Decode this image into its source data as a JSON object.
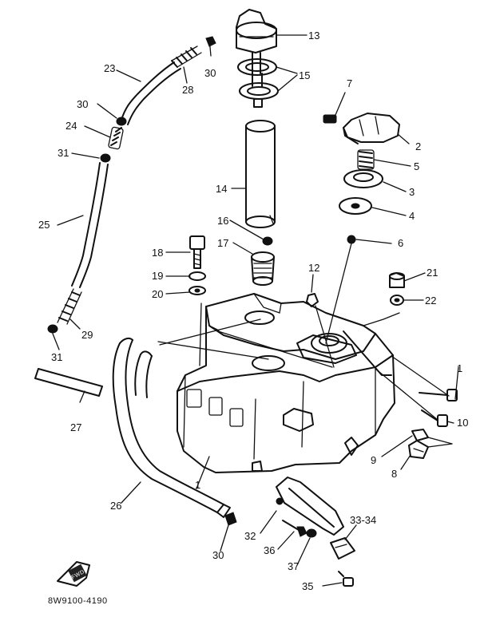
{
  "diagram": {
    "part_labels": {
      "p1": "1",
      "p1b": "1",
      "p2": "2",
      "p3": "3",
      "p4": "4",
      "p5": "5",
      "p6": "6",
      "p7": "7",
      "p8": "8",
      "p9": "9",
      "p10": "10",
      "p12": "12",
      "p13": "13",
      "p14": "14",
      "p15": "15",
      "p16": "16",
      "p17": "17",
      "p18": "18",
      "p19": "19",
      "p20": "20",
      "p21": "21",
      "p22": "22",
      "p23": "23",
      "p24": "24",
      "p25": "25",
      "p26": "26",
      "p27": "27",
      "p28": "28",
      "p29": "29",
      "p30a": "30",
      "p30b": "30",
      "p30c": "30",
      "p31a": "31",
      "p31b": "31",
      "p32": "32",
      "p33": "33-34",
      "p35": "35",
      "p36": "36",
      "p37": "37"
    },
    "code": "8W9100-4190",
    "logo_text": "FWD"
  }
}
